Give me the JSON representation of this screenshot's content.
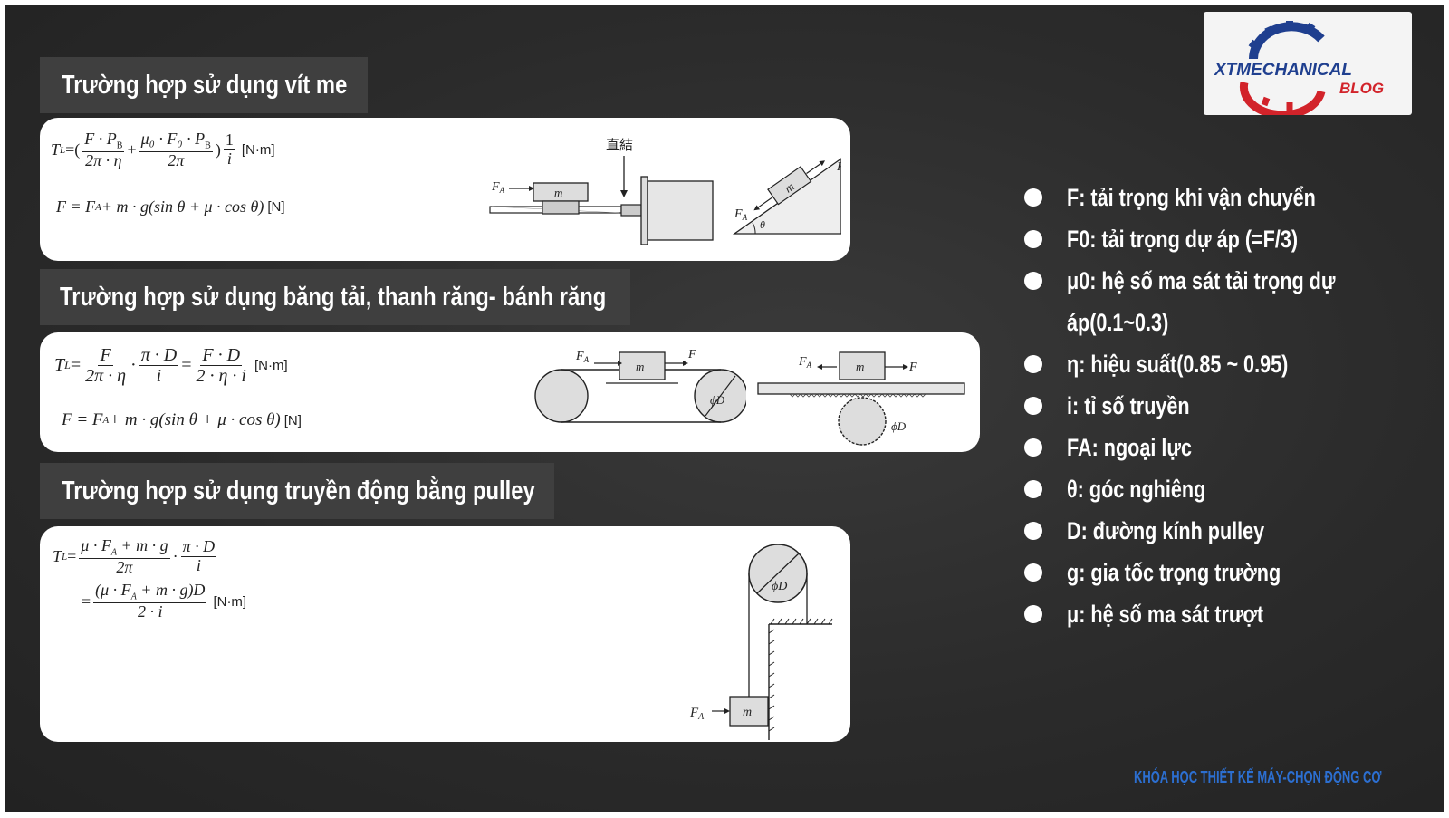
{
  "sections": [
    {
      "heading": "Trường hợp sử dụng vít me",
      "formulas": {
        "tl_lhs": "T",
        "tl_sub": "L",
        "eq": "=(",
        "f1_num": "F · P",
        "f1_num_sub": "B",
        "f1_den": "2π · η",
        "plus": "+",
        "f2_num": "μ₀ · F₀ · P",
        "f2_num_sub": "B",
        "f2_den": "2π",
        "close": ")",
        "f3_num": "1",
        "f3_den": "i",
        "unit": "[N·m]",
        "force_line": "F = F",
        "force_sub": "A",
        "force_rest": " + m · g(sin θ + μ · cos θ)",
        "force_unit": "[N]"
      },
      "diagram": {
        "direct_label": "直結",
        "fa": "F",
        "fa_sub": "A",
        "mass": "m",
        "force": "F",
        "theta": "θ"
      }
    },
    {
      "heading": "Trường hợp sử dụng băng tải, thanh răng- bánh răng",
      "formulas": {
        "tl_lhs": "T",
        "tl_sub": "L",
        "eq": "=",
        "f1_num": "F",
        "f1_den": "2π · η",
        "dot": "·",
        "f2_num": "π · D",
        "f2_den": "i",
        "eq2": "=",
        "f3_num": "F · D",
        "f3_den": "2 · η · i",
        "unit": "[N·m]",
        "force_line": "F = F",
        "force_sub": "A",
        "force_rest": " + m · g(sin θ + μ · cos θ)",
        "force_unit": "[N]"
      },
      "diagram": {
        "fa": "F",
        "fa_sub": "A",
        "mass": "m",
        "force": "F",
        "phid": "ϕD"
      }
    },
    {
      "heading": "Trường hợp sử dụng truyền động bằng pulley",
      "formulas": {
        "tl_lhs": "T",
        "tl_sub": "L",
        "eq": "=",
        "f1_num": "μ · F",
        "f1_num_sub": "A",
        "f1_num_rest": " + m · g",
        "f1_den": "2π",
        "dot": "·",
        "f2_num": "π · D",
        "f2_den": "i",
        "eq2": "=",
        "f3_num": "(μ · F",
        "f3_num_sub": "A",
        "f3_num_rest": " + m · g)D",
        "f3_den": "2 · i",
        "unit": "[N·m]"
      },
      "diagram": {
        "fa": "F",
        "fa_sub": "A",
        "mass": "m",
        "phid": "ϕD"
      }
    }
  ],
  "legend": [
    "F: tải trọng khi vận chuyển",
    "F0: tải trọng dự áp (=F/3)",
    "μ0: hệ số ma sát tải trọng dự áp(0.1~0.3)",
    "η: hiệu suất(0.85 ~ 0.95)",
    "i:  tỉ số truyền",
    "FA: ngoại lực",
    "θ: góc nghiêng",
    "D: đường kính pulley",
    "g: gia tốc trọng trường",
    "μ: hệ số ma sát trượt"
  ],
  "logo": {
    "line1": "XTMECHANICAL",
    "line2": "BLOG",
    "colors": {
      "blue": "#1f3f8f",
      "red": "#d2232a"
    }
  },
  "footer": "KHÓA HỌC THIẾT KẾ MÁY-CHỌN ĐỘNG CƠ",
  "colors": {
    "background": "#2b2b2b",
    "band": "#3f3f3f",
    "card": "#ffffff",
    "footer": "#2c6fd1"
  }
}
